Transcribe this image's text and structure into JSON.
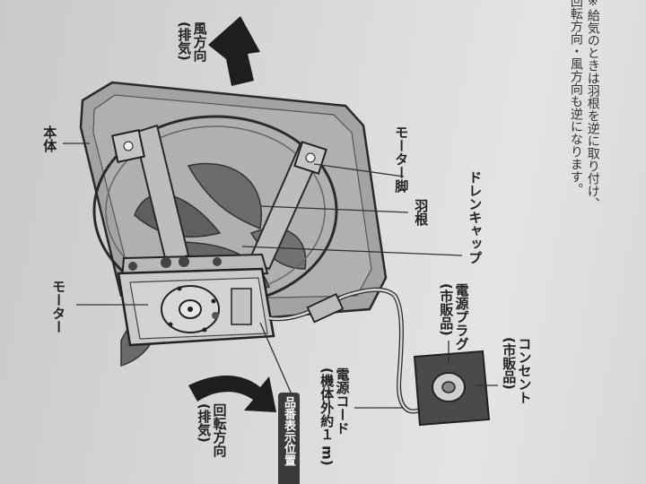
{
  "labels": {
    "body": "本体",
    "motor_leg": "モーター脚",
    "blade": "羽根",
    "drain_cap": "ドレンキャップ",
    "motor": "モーター",
    "airflow_line1": "風方向",
    "airflow_line2": "(排気)",
    "rotation_line1": "回転方向",
    "rotation_line2": "(排気)",
    "cord_line1": "電源コード",
    "cord_line2": "(機体外約１ m)",
    "plug_line1": "電源プラグ",
    "plug_line2": "(市販品)",
    "outlet_line1": "コンセント",
    "outlet_line2": "(市販品)",
    "model_position": "品番表示位置"
  },
  "note": {
    "line1": "※給気のときは羽根を逆に取り付け、",
    "line2": "回転方向・風方向も逆になります。"
  },
  "colors": {
    "ink": "#222222",
    "frame": "#9a9a9a",
    "motor": "#c7c7c7",
    "blade": "#6e6e6e"
  }
}
